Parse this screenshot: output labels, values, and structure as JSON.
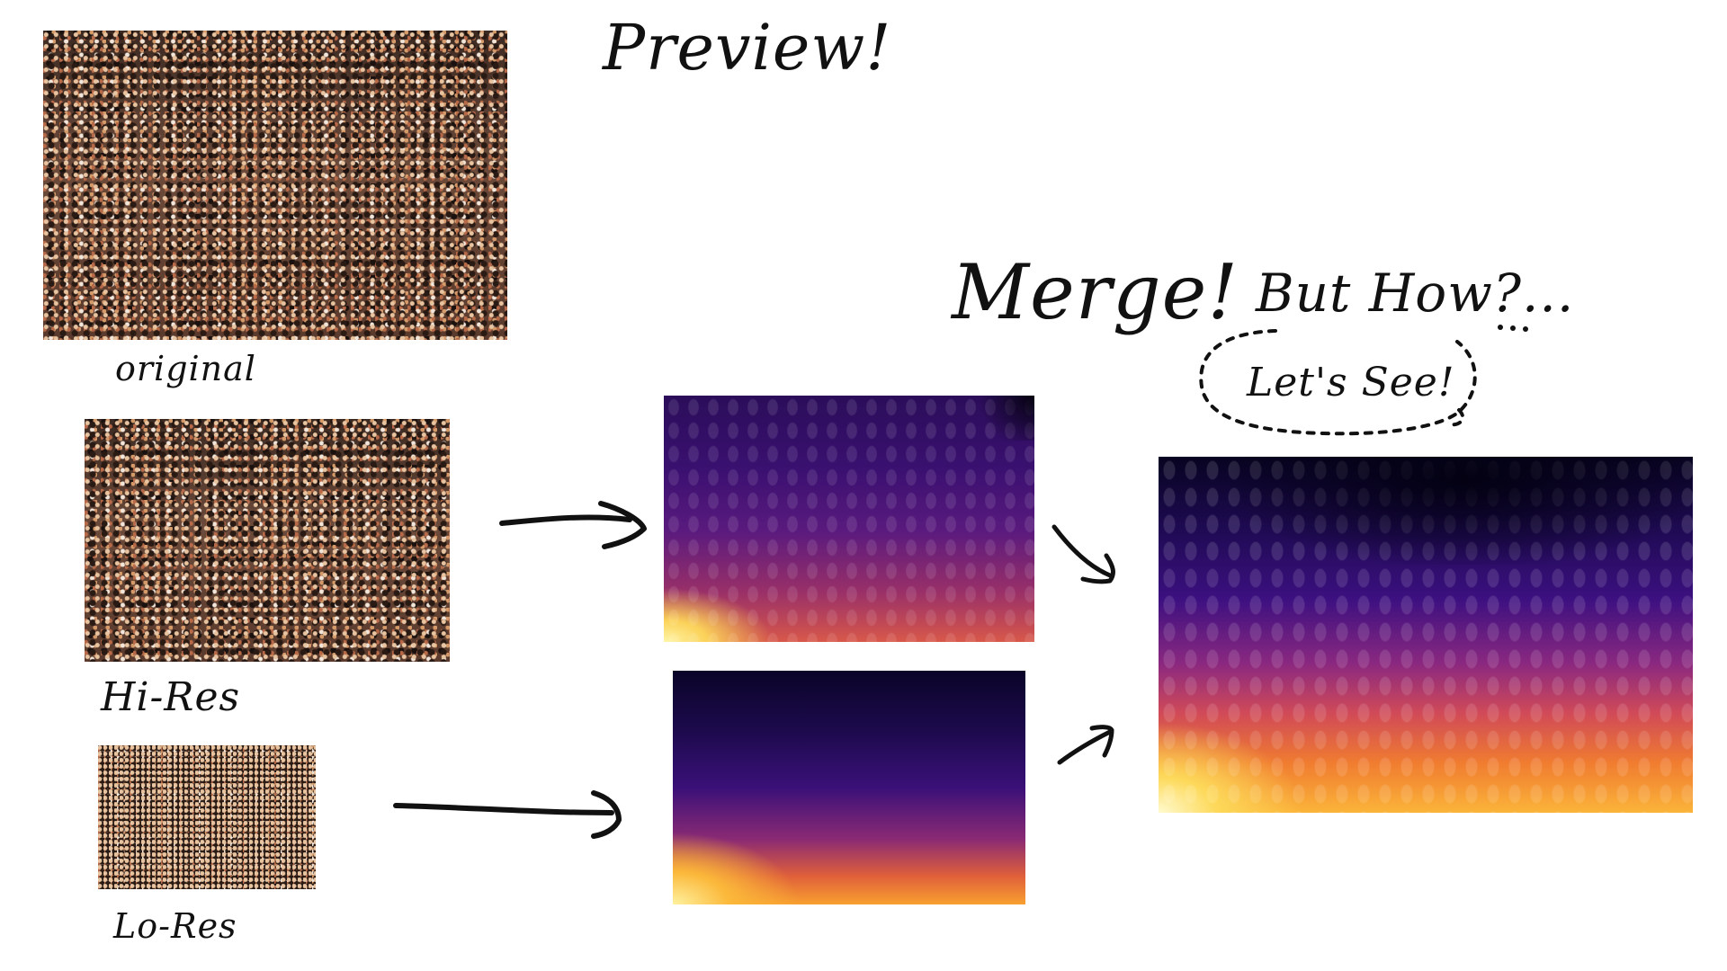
{
  "title": "Preview!",
  "heading_merge": "Merge!",
  "heading_question": "But How?...",
  "bubble_text": "Let's See!",
  "labels": {
    "original": "original",
    "hi_res": "Hi-Res",
    "lo_res": "Lo-Res"
  },
  "colors": {
    "ink": "#111111",
    "depth_dark": "#0a0428",
    "depth_mid": "#5a1a7e",
    "depth_bright": "#fbd25a"
  }
}
